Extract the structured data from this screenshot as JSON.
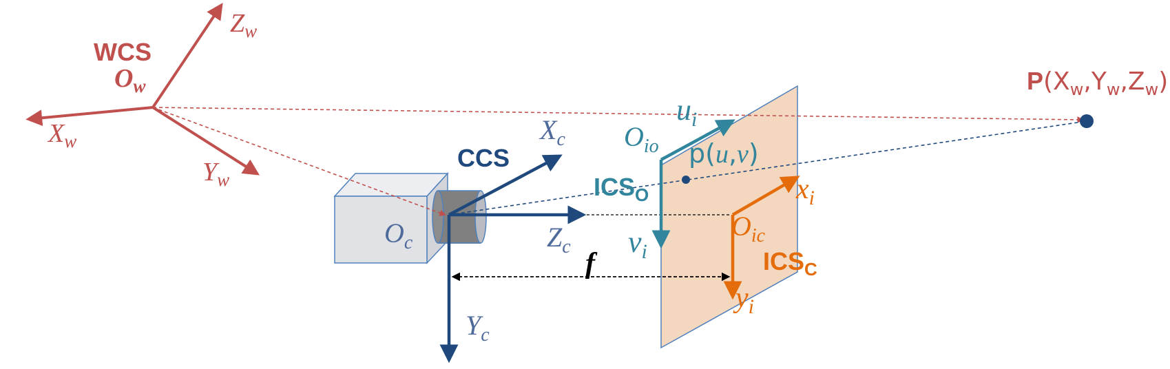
{
  "colors": {
    "world": "#c0504d",
    "camera": "#1f497d",
    "image_origin": "#31859c",
    "image_center": "#e46c0a",
    "plane_fill": "#f2d3b8",
    "plane_stroke": "#4f81bd",
    "box_fill": "#e1e2e6",
    "lens_fill": "#808080"
  },
  "world": {
    "system": "WCS",
    "origin": "O",
    "origin_sub": "w",
    "x_axis": "X",
    "x_sub": "w",
    "y_axis": "Y",
    "y_sub": "w",
    "z_axis": "Z",
    "z_sub": "w"
  },
  "point": {
    "name": "P",
    "coords_open": "(X",
    "coords_x_sub": "w",
    "coords_sep1": ",Y",
    "coords_y_sub": "w",
    "coords_sep2": ",Z",
    "coords_z_sub": "w",
    "coords_close": ")"
  },
  "camera": {
    "system": "CCS",
    "origin": "O",
    "origin_sub": "c",
    "x_axis": "X",
    "x_sub": "c",
    "y_axis": "Y",
    "y_sub": "c",
    "z_axis": "Z",
    "z_sub": "c"
  },
  "focal_length": "f",
  "image_origin": {
    "system": "ICS",
    "system_sub": "O",
    "origin": "O",
    "origin_sub": "io",
    "u_axis": "u",
    "u_sub": "i",
    "v_axis": "v",
    "v_sub": "i"
  },
  "image_point": {
    "prefix": "p(",
    "u": "u",
    "sep": ",",
    "v": "v",
    "suffix": ")"
  },
  "image_center": {
    "system": "ICS",
    "system_sub": "C",
    "origin": "O",
    "origin_sub": "ic",
    "x_axis": "x",
    "x_sub": "i",
    "y_axis": "y",
    "y_sub": "i"
  }
}
